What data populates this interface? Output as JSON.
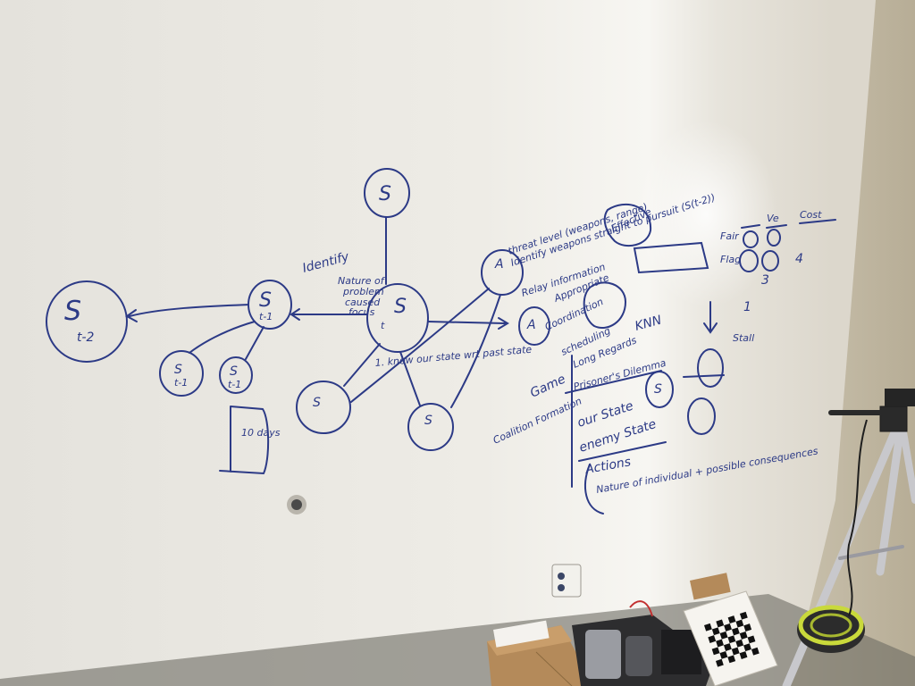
{
  "scene": {
    "description_kind": "photo-of-whiteboard-wall",
    "ink_color": "#2c3a86",
    "wall_color": "#e9e6df"
  },
  "whiteboard": {
    "nodes": {
      "far_left": "S",
      "far_left_sub": "t-2",
      "past_mid": "S",
      "past_mid_sub": "t-1",
      "small_a": "S",
      "small_a_sub": "t-1",
      "small_b": "S",
      "small_b_sub": "t-1",
      "top": "S",
      "center": "S",
      "center_sub": "t",
      "lower_left": "S",
      "lower_right": "S",
      "right_node": "A",
      "action_node": "A",
      "right_small": "S"
    },
    "notes": {
      "identify": "Identify",
      "nature": "Nature of",
      "problem": "problem",
      "caused": "caused",
      "focus": "focus",
      "know_state": "1. know our state wrt past state",
      "ten_days": "10 days",
      "threat": "threat level (weapons, range)",
      "identify_weapons": "Identify weapons straight to pursuit (S(t-2))",
      "relay": "Relay information",
      "appropriate": "Appropriate",
      "effective": "Effective",
      "coordination": "Coordination",
      "game": "Game",
      "scheduling": "scheduling",
      "long_regards": "Long Regards",
      "prisoners": "Prisoner's Dilemma",
      "knn": "KNN",
      "coalition": "Coalition Formation",
      "our_state": "our State",
      "enemy_state": "enemy State",
      "actions": "Actions",
      "nature_actions": "Nature of individual + possible consequences",
      "fair": "Fair",
      "flag": "Flag",
      "col_b": "Ve",
      "col_c": "Cost",
      "n4": "4",
      "n3": "3",
      "n1": "1",
      "stall": "Stall"
    }
  }
}
